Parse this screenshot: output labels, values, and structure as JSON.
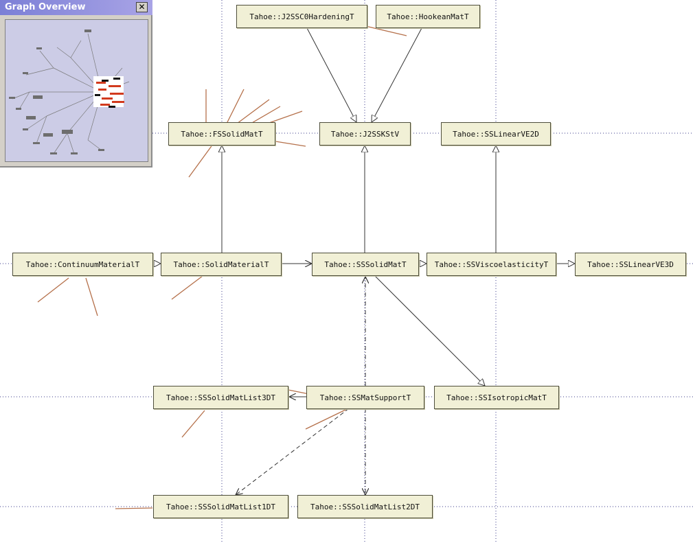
{
  "overview": {
    "title": "Graph Overview",
    "close_glyph": "✕",
    "close_icon": "close-icon"
  },
  "colors": {
    "node_fill": "#f1f0d6",
    "node_border": "#4d4d3a",
    "edge": "#333333",
    "guide": "#3a3a8a",
    "spike": "#b5704a"
  },
  "nodes": [
    {
      "id": "j2ssc0",
      "label": "Tahoe::J2SSC0HardeningT"
    },
    {
      "id": "hookean",
      "label": "Tahoe::HookeanMatT"
    },
    {
      "id": "fssolid",
      "label": "Tahoe::FSSolidMatT"
    },
    {
      "id": "j2sskstv",
      "label": "Tahoe::J2SSKStV"
    },
    {
      "id": "sslinearve2d",
      "label": "Tahoe::SSLinearVE2D"
    },
    {
      "id": "continuum",
      "label": "Tahoe::ContinuumMaterialT"
    },
    {
      "id": "solidmat",
      "label": "Tahoe::SolidMaterialT"
    },
    {
      "id": "sssolid",
      "label": "Tahoe::SSSolidMatT"
    },
    {
      "id": "ssvisco",
      "label": "Tahoe::SSViscoelasticityT"
    },
    {
      "id": "sslinearve3d",
      "label": "Tahoe::SSLinearVE3D"
    },
    {
      "id": "sslist3d",
      "label": "Tahoe::SSSolidMatList3DT"
    },
    {
      "id": "sssupport",
      "label": "Tahoe::SSMatSupportT"
    },
    {
      "id": "ssisotropic",
      "label": "Tahoe::SSIsotropicMatT"
    },
    {
      "id": "sslist1d",
      "label": "Tahoe::SSSolidMatList1DT"
    },
    {
      "id": "sslist2d",
      "label": "Tahoe::SSSolidMatList2DT"
    }
  ]
}
